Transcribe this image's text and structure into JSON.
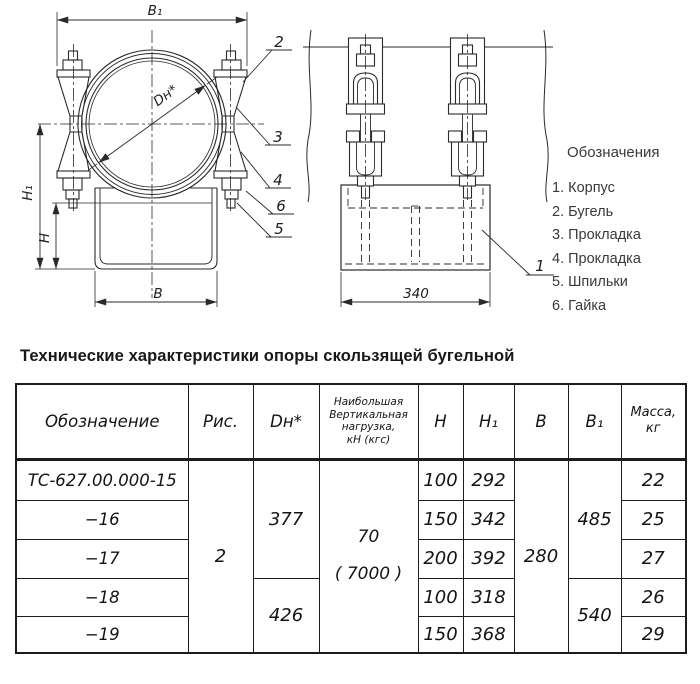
{
  "colors": {
    "ink": "#1c1c1c",
    "drawing_line": "#2a2a2a",
    "legend_text": "#3a3a3a"
  },
  "legend": {
    "title": "Обозначения",
    "items": [
      "1. Корпус",
      "2. Бугель",
      "3. Прокладка",
      "4. Прокладка",
      "5. Шпильки",
      "6. Гайка"
    ]
  },
  "section_title": "Технические характеристики опоры скользящей бугельной",
  "drawing": {
    "left": {
      "dim_b1": "B₁",
      "dim_dn": "Dн*",
      "dim_h1": "H₁",
      "dim_h": "H",
      "dim_b": "B",
      "callout_bugel": "2",
      "callout_prokladka_upper": "3",
      "callout_prokladka_lower": "4",
      "callout_gaika": "6",
      "callout_shpilki": "5"
    },
    "right": {
      "dim_width": "340",
      "callout_korpus": "1"
    }
  },
  "table": {
    "headers": {
      "designation": "Обозначение",
      "fig": "Рис.",
      "dn": "Dн*",
      "load_lines": [
        "Наибольшая",
        "Вертикальная",
        "нагрузка,",
        "кН (кгс)"
      ],
      "h": "H",
      "h1": "H₁",
      "b": "B",
      "b1": "B₁",
      "mass_lines": [
        "Масса,",
        "кг"
      ]
    },
    "merged": {
      "fig": "2",
      "dn_upper": "377",
      "dn_lower": "426",
      "load_value": "70",
      "load_alt": "( 7000 )",
      "b": "280",
      "b1_upper": "485",
      "b1_lower": "540"
    },
    "rows": [
      {
        "designation": "ТС-627.00.000-15",
        "h": "100",
        "h1": "292",
        "mass": "22"
      },
      {
        "designation": "−16",
        "h": "150",
        "h1": "342",
        "mass": "25"
      },
      {
        "designation": "−17",
        "h": "200",
        "h1": "392",
        "mass": "27"
      },
      {
        "designation": "−18",
        "h": "100",
        "h1": "318",
        "mass": "26"
      },
      {
        "designation": "−19",
        "h": "150",
        "h1": "368",
        "mass": "29"
      }
    ]
  }
}
